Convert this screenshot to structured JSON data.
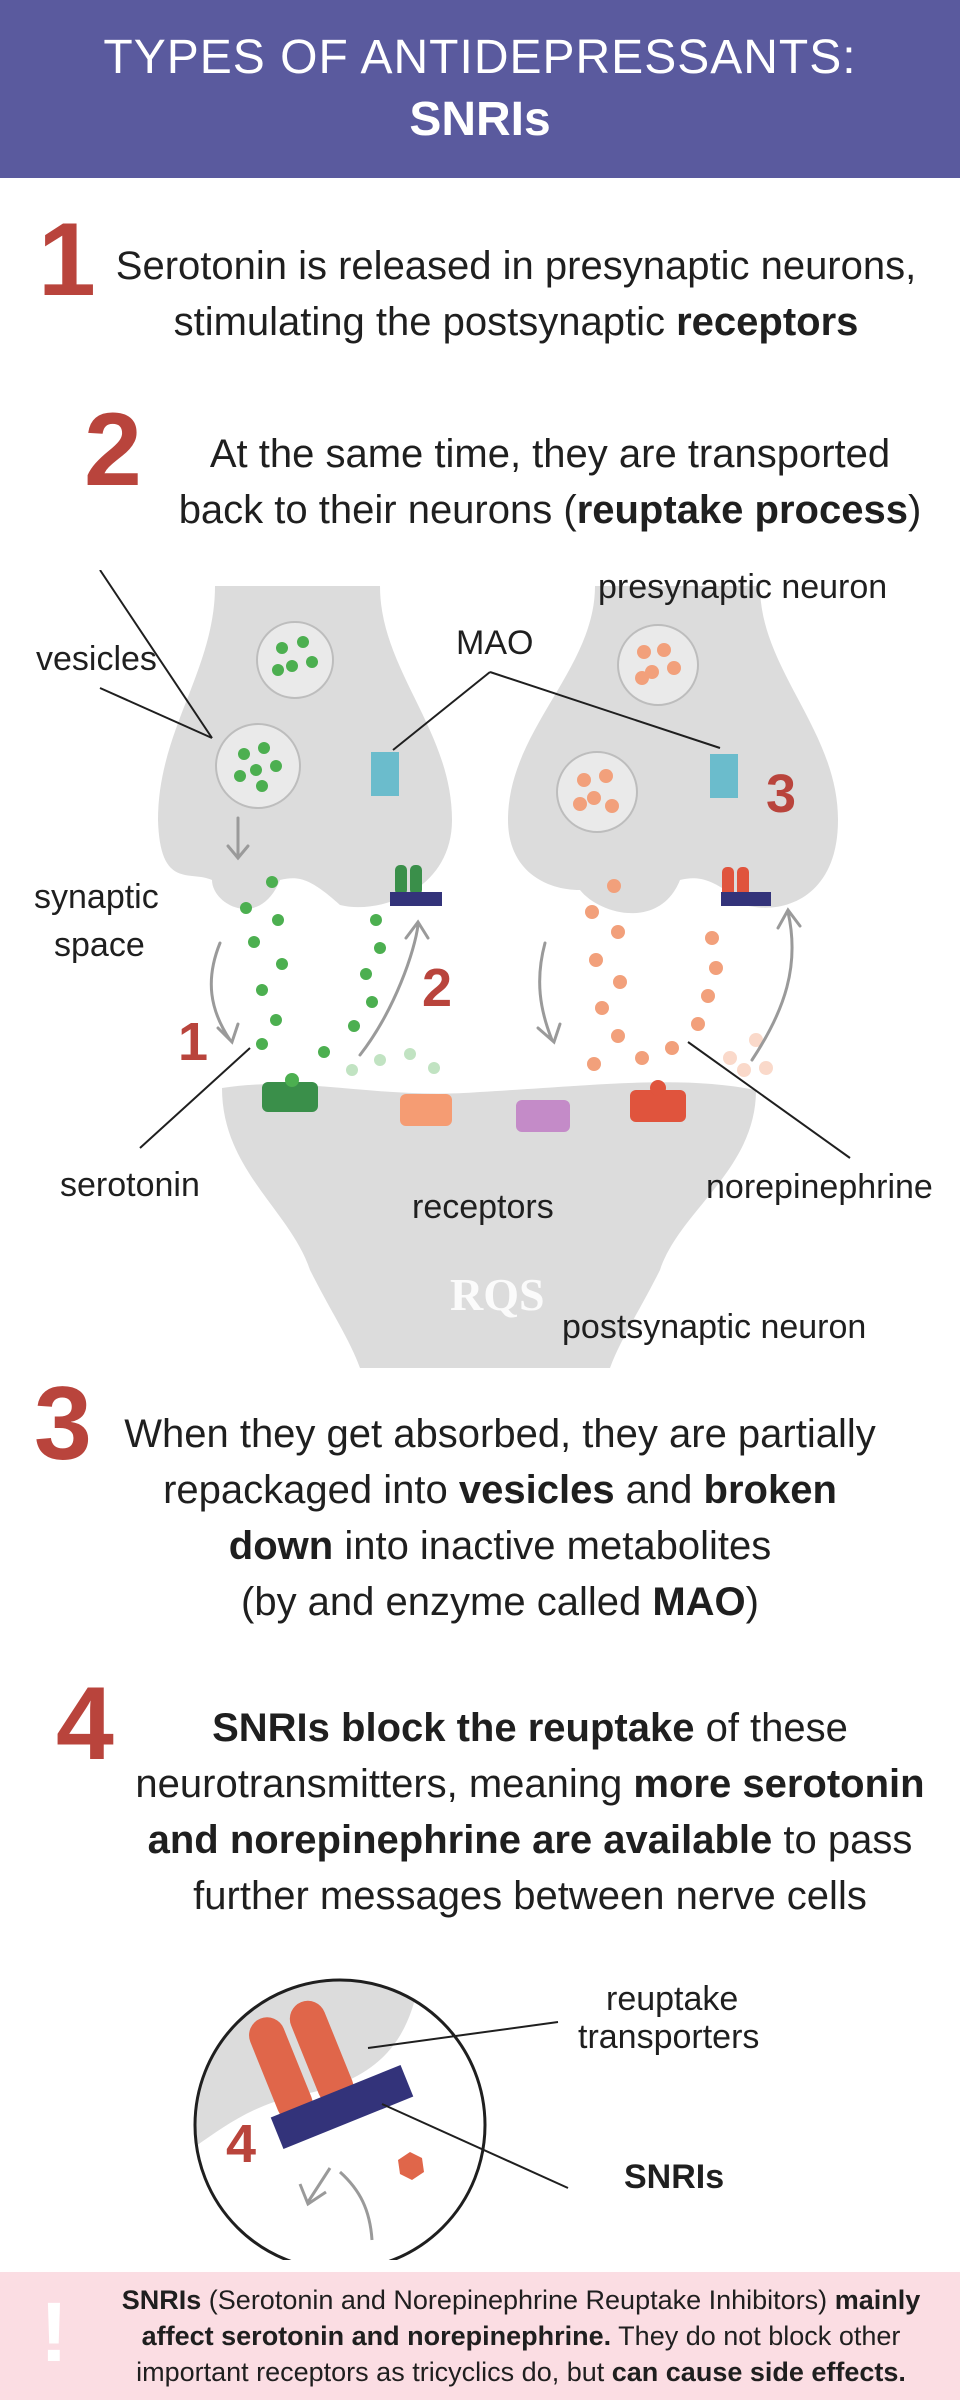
{
  "header": {
    "line1": "TYPES OF ANTIDEPRESSANTS:",
    "line2": "SNRIs"
  },
  "steps": [
    {
      "number": "1",
      "line1": "Serotonin is released in presynaptic neurons,",
      "line2_prefix": "stimulating the postsynaptic ",
      "line2_bold": "receptors"
    },
    {
      "number": "2",
      "line1": "At the same time, they are transported",
      "line2_prefix": "back to their neurons (",
      "line2_bold": "reuptake process",
      "line2_suffix": ")"
    },
    {
      "number": "3",
      "line1": "When they get absorbed, they are partially",
      "line2_prefix": "repackaged into ",
      "line2_bold1": "vesicles",
      "line2_mid": " and ",
      "line2_bold2": "broken",
      "line3_bold": "down",
      "line3_suffix": " into inactive metabolites",
      "line4_prefix": "(by and enzyme called ",
      "line4_bold": "MAO",
      "line4_suffix": ")"
    },
    {
      "number": "4",
      "line1_bold": "SNRIs block the reuptake",
      "line1_suffix": " of these",
      "line2_prefix": "neurotransmitters, meaning ",
      "line2_bold": "more serotonin",
      "line3_bold": "and norepinephrine are available",
      "line3_suffix": " to pass",
      "line4": "further messages between nerve cells"
    }
  ],
  "diagram": {
    "labels": {
      "presynaptic": "presynaptic neuron",
      "vesicles": "vesicles",
      "mao": "MAO",
      "synaptic1": "synaptic",
      "synaptic2": "space",
      "serotonin": "serotonin",
      "receptors": "receptors",
      "norepinephrine": "norepinephrine",
      "postsynaptic": "postsynaptic neuron"
    },
    "markers": {
      "m1": "1",
      "m2": "2",
      "m3": "3"
    },
    "watermark": "RQS"
  },
  "zoom": {
    "reuptake1": "reuptake",
    "reuptake2": "transporters",
    "snris": "SNRIs",
    "marker": "4"
  },
  "footer": {
    "bang": "!",
    "b1": "SNRIs",
    "t1": " (Serotonin and Norepinephrine Reuptake Inhibitors) ",
    "b2": "mainly",
    "b3": "affect serotonin and norepinephrine.",
    "t2": " They do not block other",
    "t3": "important receptors as tricyclics do, but ",
    "b4": "can cause side effects."
  },
  "colors": {
    "header_bg": "#5a5a9e",
    "accent_red": "#b9443c",
    "neuron_gray": "#dcdcdc",
    "serotonin_green": "#4caf50",
    "norepinephrine_orange": "#f2a07b",
    "mao_blue": "#6bbccc",
    "transporter_navy": "#33337a",
    "footer_bg": "#fbdde3"
  }
}
